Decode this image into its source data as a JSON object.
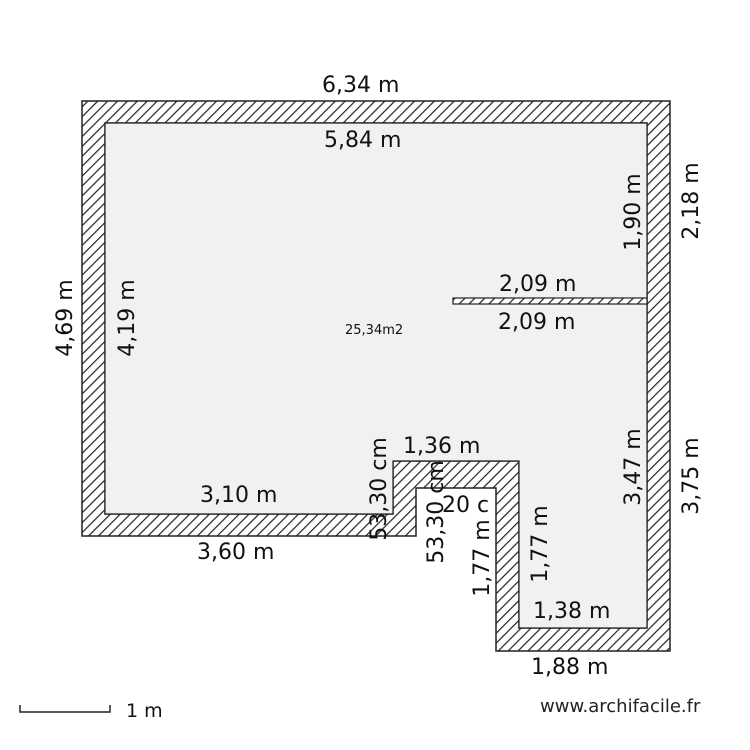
{
  "plan": {
    "area_label": "25,34m2",
    "dimensions": {
      "top_outer": "6,34 m",
      "top_inner": "5,84 m",
      "left_outer": "4,69 m",
      "left_inner": "4,19 m",
      "right_upper_outer": "2,18 m",
      "right_upper_inner": "1,90 m",
      "partition_top": "2,09 m",
      "partition_bottom": "2,09 m",
      "right_lower_inner": "3,47 m",
      "right_lower_outer": "3,75 m",
      "bottom_left_inner": "3,10 m",
      "bottom_left_outer": "3,60 m",
      "step_outer_vertical": "53,30 cm",
      "step_inner_vertical": "53,30 cm",
      "step_top": "1,36 m",
      "step_inner_short": "20 c",
      "alcove_left_outer": "1,77 m",
      "alcove_left_inner": "1,77 m",
      "bottom_right_inner": "1,38 m",
      "bottom_right_outer": "1,88 m"
    }
  },
  "scale": {
    "label": "1 m"
  },
  "credit": "www.archifacile.fr"
}
